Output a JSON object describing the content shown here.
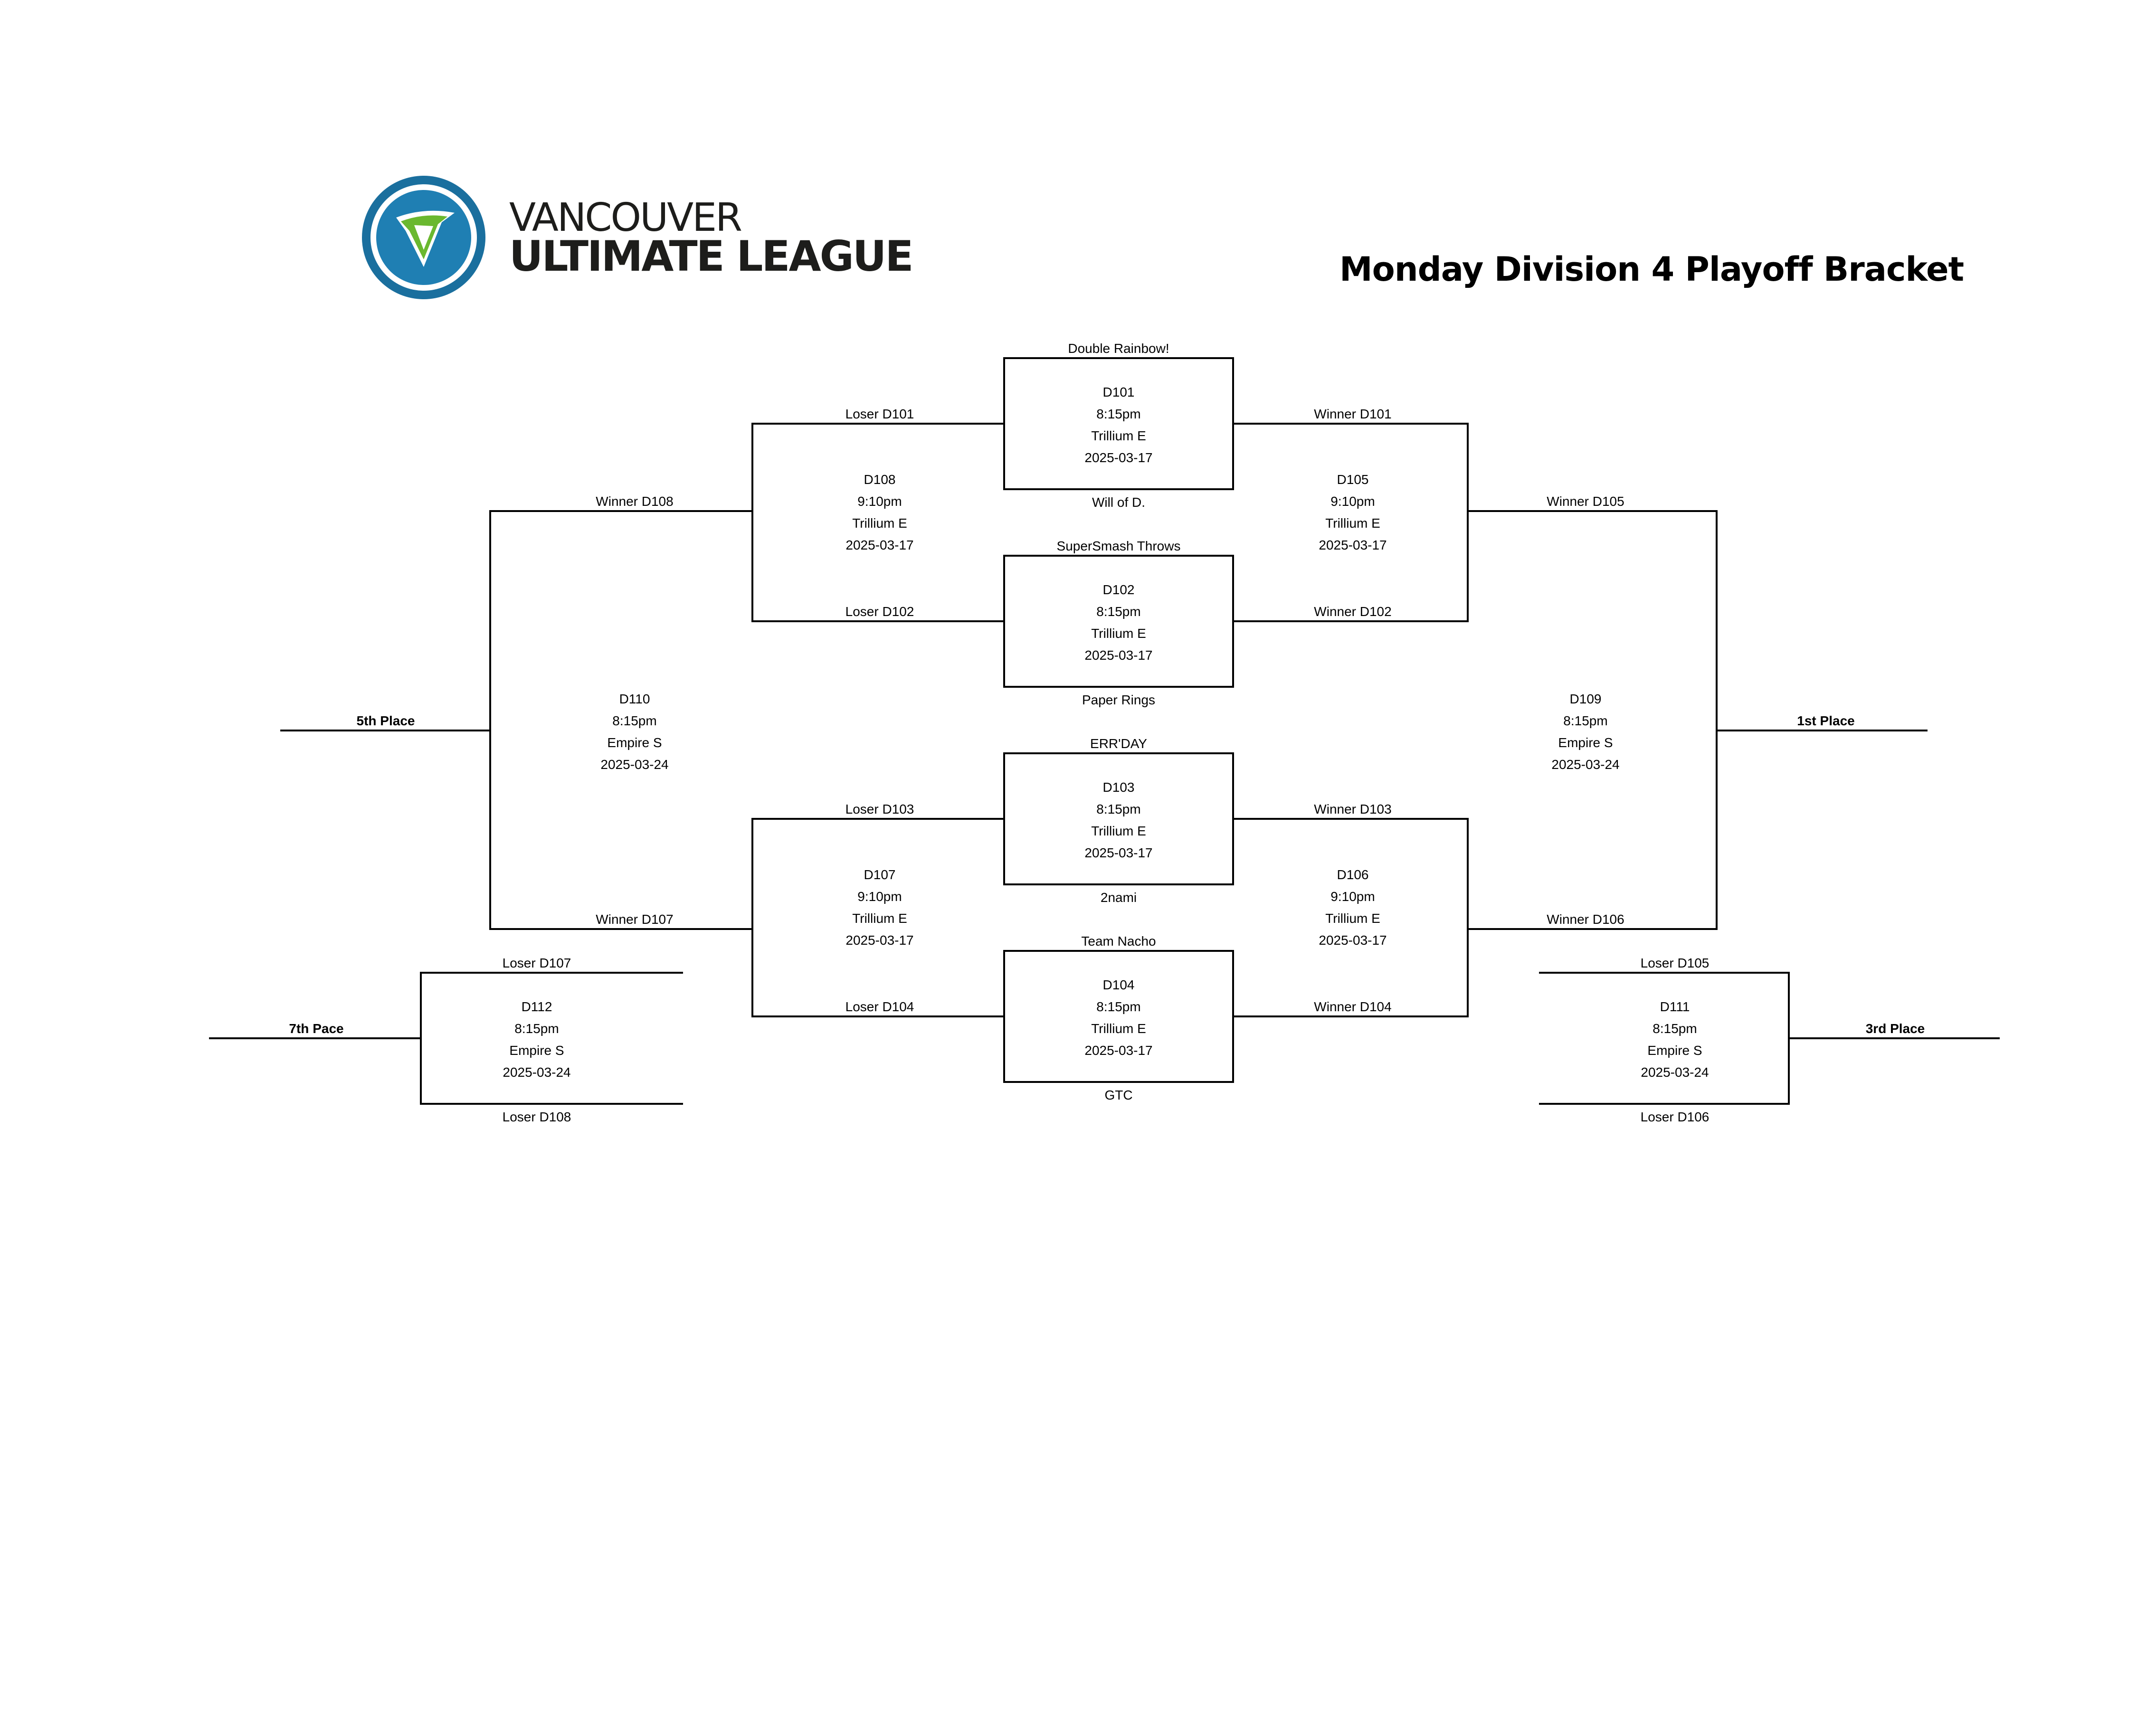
{
  "header": {
    "logo_line1": "VANCOUVER",
    "logo_line2": "ULTIMATE LEAGUE",
    "title": "Monday Division 4 Playoff Bracket"
  },
  "colors": {
    "logo_blue": "#1a6f9e",
    "logo_green": "#6ab82f",
    "ink": "#000000"
  },
  "games": {
    "d101": {
      "id": "D101",
      "time": "8:15pm",
      "field": "Trillium E",
      "date": "2025-03-17",
      "top": "Double Rainbow!",
      "bottom": "Will of D."
    },
    "d102": {
      "id": "D102",
      "time": "8:15pm",
      "field": "Trillium E",
      "date": "2025-03-17",
      "top": "SuperSmash Throws",
      "bottom": "Paper Rings"
    },
    "d103": {
      "id": "D103",
      "time": "8:15pm",
      "field": "Trillium E",
      "date": "2025-03-17",
      "top": "ERR'DAY",
      "bottom": "2nami"
    },
    "d104": {
      "id": "D104",
      "time": "8:15pm",
      "field": "Trillium E",
      "date": "2025-03-17",
      "top": "Team Nacho",
      "bottom": "GTC"
    },
    "d105": {
      "id": "D105",
      "time": "9:10pm",
      "field": "Trillium E",
      "date": "2025-03-17",
      "top": "Winner D101",
      "bottom": "Winner D102"
    },
    "d106": {
      "id": "D106",
      "time": "9:10pm",
      "field": "Trillium E",
      "date": "2025-03-17",
      "top": "Winner D103",
      "bottom": "Winner D104"
    },
    "d107": {
      "id": "D107",
      "time": "9:10pm",
      "field": "Trillium E",
      "date": "2025-03-17",
      "top": "Loser D103",
      "bottom": "Loser D104"
    },
    "d108": {
      "id": "D108",
      "time": "9:10pm",
      "field": "Trillium E",
      "date": "2025-03-17",
      "top": "Loser D101",
      "bottom": "Loser D102"
    },
    "d109": {
      "id": "D109",
      "time": "8:15pm",
      "field": "Empire S",
      "date": "2025-03-24",
      "top": "Winner D105",
      "bottom": "Winner D106",
      "result": "1st Place"
    },
    "d110": {
      "id": "D110",
      "time": "8:15pm",
      "field": "Empire S",
      "date": "2025-03-24",
      "top": "Winner D108",
      "bottom": "Winner D107",
      "result": "5th Place"
    },
    "d111": {
      "id": "D111",
      "time": "8:15pm",
      "field": "Empire S",
      "date": "2025-03-24",
      "top": "Loser D105",
      "bottom": "Loser D106",
      "result": "3rd Place"
    },
    "d112": {
      "id": "D112",
      "time": "8:15pm",
      "field": "Empire S",
      "date": "2025-03-24",
      "top": "Loser D107",
      "bottom": "Loser D108",
      "result": "7th Pace"
    }
  }
}
